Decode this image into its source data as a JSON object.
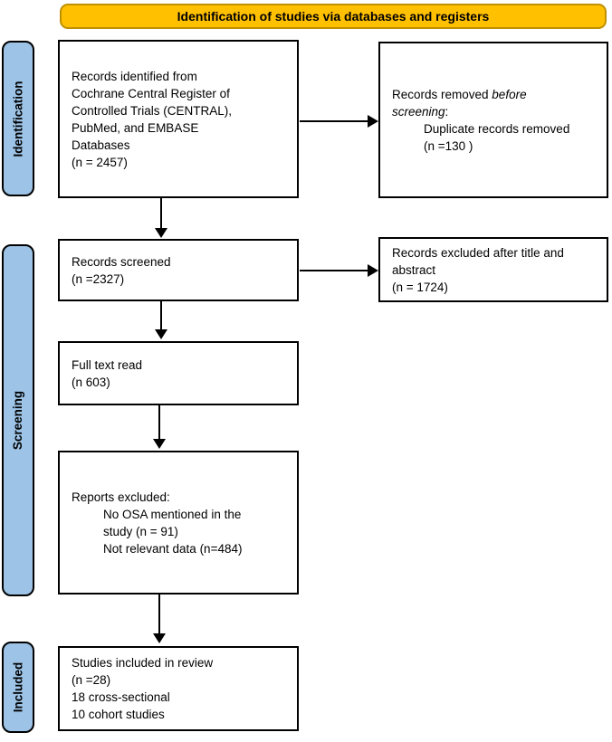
{
  "colors": {
    "banner_bg": "#FFC000",
    "banner_border": "#BF9000",
    "sidebar_bg": "#9DC3E6",
    "arrow": "#000000"
  },
  "banner": {
    "title": "Identification of studies via databases and registers"
  },
  "sidebar": {
    "identification": "Identification",
    "screening": "Screening",
    "included": "Included"
  },
  "boxes": {
    "records_identified": {
      "lines": [
        "Records identified from",
        "Cochrane Central Register of",
        "Controlled Trials (CENTRAL),",
        "PubMed, and EMBASE",
        "Databases",
        "(n = 2457)"
      ]
    },
    "records_removed": {
      "line1_normal": "Records removed ",
      "line1_italic": "before",
      "line2_italic": "screening",
      "line2_normal": ":",
      "indented_lines": [
        "Duplicate records removed",
        "(n =130 )"
      ]
    },
    "records_screened": {
      "lines": [
        "Records screened",
        "(n =2327)"
      ]
    },
    "records_excluded": {
      "lines": [
        "Records excluded after title and",
        "abstract",
        "(n = 1724)"
      ]
    },
    "full_text_read": {
      "lines": [
        "Full text read",
        "(n 603)"
      ]
    },
    "reports_excluded": {
      "header": "Reports excluded:",
      "indented_lines": [
        "No OSA mentioned in the",
        "study (n = 91)",
        "Not relevant data (n=484)"
      ]
    },
    "studies_included": {
      "lines": [
        "Studies included in review",
        "(n =28)",
        "18 cross-sectional",
        "10 cohort studies"
      ]
    }
  }
}
